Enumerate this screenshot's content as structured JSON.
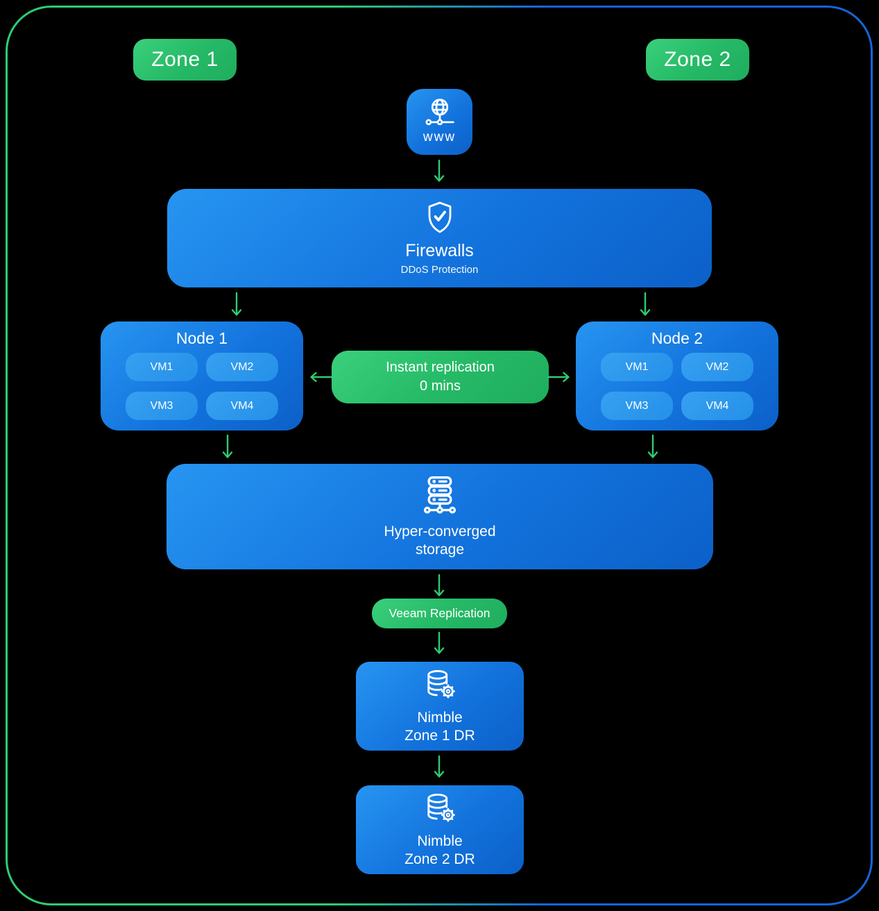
{
  "zones": {
    "zone1_label": "Zone 1",
    "zone2_label": "Zone 2"
  },
  "www": {
    "label": "www"
  },
  "firewalls": {
    "title": "Firewalls",
    "subtitle": "DDoS Protection"
  },
  "node1": {
    "title": "Node 1",
    "vms": [
      "VM1",
      "VM2",
      "VM3",
      "VM4"
    ]
  },
  "node2": {
    "title": "Node 2",
    "vms": [
      "VM1",
      "VM2",
      "VM3",
      "VM4"
    ]
  },
  "replication": {
    "line1": "Instant replication",
    "line2": "0 mins"
  },
  "storage": {
    "line1": "Hyper-converged",
    "line2": "storage"
  },
  "veeam": {
    "label": "Veeam Replication"
  },
  "nimble_zone1": {
    "line1": "Nimble",
    "line2": "Zone 1 DR"
  },
  "nimble_zone2": {
    "line1": "Nimble",
    "line2": "Zone 2 DR"
  },
  "colors": {
    "accent_green": "#2ecc71",
    "accent_green_dark": "#1fad5e",
    "box_blue_light": "#2795f1",
    "box_blue_dark": "#0c60c8",
    "vm_chip_blue": "#2d9aec",
    "border_gradient_left": "#2ecc71",
    "border_gradient_right": "#1565d8",
    "background": "#000000",
    "text": "#ffffff"
  }
}
